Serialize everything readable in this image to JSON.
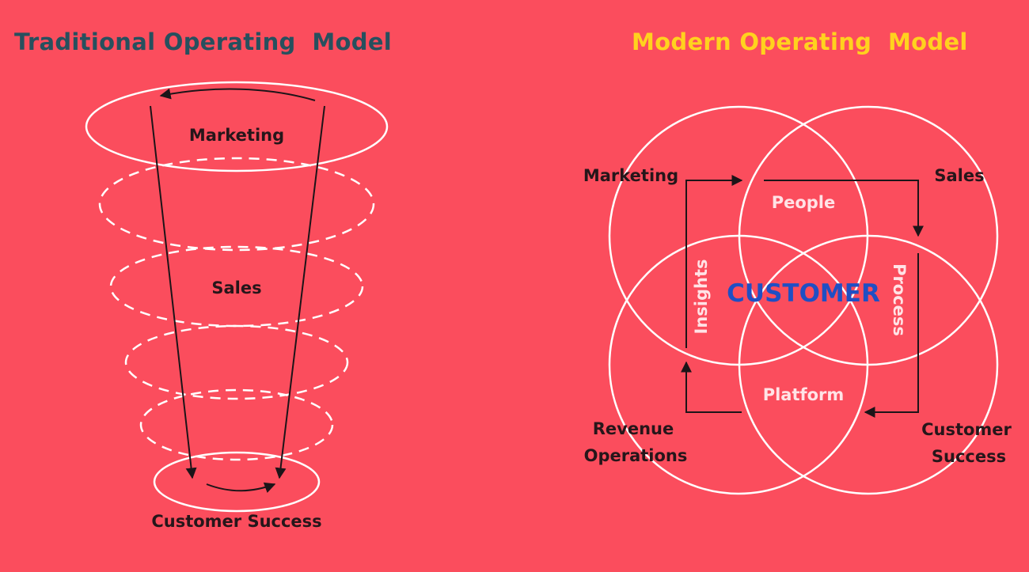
{
  "left": {
    "title": "Traditional Operating  Model",
    "stages": {
      "top": "Marketing",
      "middle": "Sales",
      "bottom": "Customer Success"
    }
  },
  "right": {
    "title": "Modern Operating  Model",
    "center": "CUSTOMER",
    "corners": {
      "top_left": "Marketing",
      "top_right": "Sales",
      "bottom_left": [
        "Revenue",
        "Operations"
      ],
      "bottom_right": [
        "Customer",
        "Success"
      ]
    },
    "pillars": {
      "top": "People",
      "right": "Process",
      "bottom": "Platform",
      "left": "Insights"
    }
  },
  "colors": {
    "background": "#fb4d5d",
    "left_title": "#27505e",
    "right_title": "#ffd21e",
    "center_text": "#1f4fc4",
    "line_white": "#ffffff",
    "line_dark": "#1c1418"
  }
}
